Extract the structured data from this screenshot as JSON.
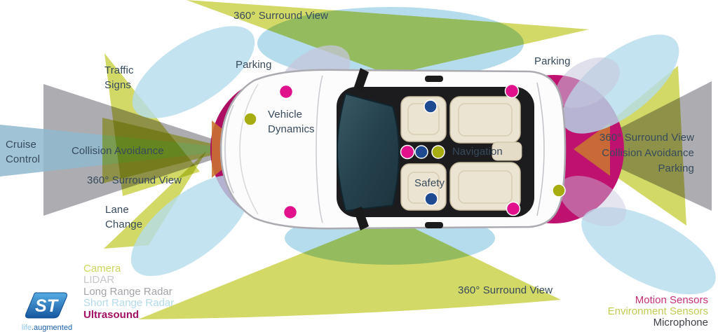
{
  "diagram": {
    "labels": {
      "surround_top": "360° Surround View",
      "traffic_signs": [
        "Traffic",
        "Signs"
      ],
      "parking_front": "Parking",
      "parking_rear": "Parking",
      "vehicle_dynamics": [
        "Vehicle",
        "Dynamics"
      ],
      "cruise_control": [
        "Cruise",
        "Control"
      ],
      "collision_avoidance": "Collision Avoidance",
      "surround_left": "360° Surround View",
      "lane_change": [
        "Lane",
        "Change"
      ],
      "navigation": "Navigation",
      "safety": "Safety",
      "rear_stack": [
        "360° Surround View",
        "Collision Avoidance",
        "Parking"
      ],
      "surround_bottom": "360° Surround View"
    },
    "legend_left": {
      "items": [
        {
          "label": "Camera",
          "color": "#cdd55c"
        },
        {
          "label": "LIDAR",
          "color": "#c6c6cb"
        },
        {
          "label": "Long Range Radar",
          "color": "#a3a3a9"
        },
        {
          "label": "Short Range Radar",
          "color": "#b4dbeb"
        },
        {
          "label": "Ultrasound",
          "color": "#a30f63"
        }
      ]
    },
    "legend_right": {
      "items": [
        {
          "label": "Motion Sensors",
          "color": "#c42f78"
        },
        {
          "label": "Environment Sensors",
          "color": "#c2cb54"
        },
        {
          "label": "Microphone",
          "color": "#40404a"
        }
      ]
    },
    "logo": {
      "monogram": "ST",
      "tagline_life": "life",
      "tagline_dot": ".",
      "tagline_augmented": "augmented"
    },
    "palette": {
      "camera_zone": "#d2d967",
      "lidar_zone": "#c6c6dc",
      "long_range_radar_zone": "#a5a5aa",
      "short_range_radar_zone": "#b5dcec",
      "ultrasound_front": "#ad0e62",
      "ultrasound_rear": "#bf1270",
      "cruise_wedge": "#8fb9cf",
      "overlap_orange": "#c9752f",
      "motion_sensor_dot": "#e0118b",
      "environment_sensor_dot": "#a7ac10",
      "microphone_dot": "#1d4a90",
      "label_text": "#374a5c"
    }
  }
}
